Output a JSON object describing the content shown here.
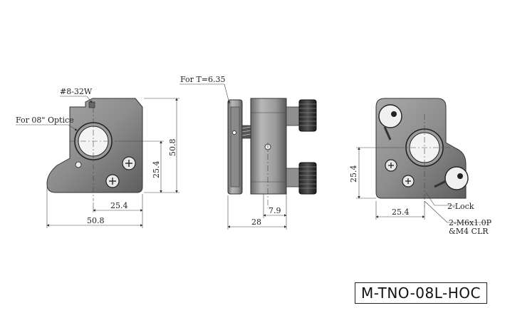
{
  "labels": {
    "thread": "#8-32W",
    "optic": "For 08\" Optice",
    "thickness": "For T=6.35",
    "lock": "2-Lock",
    "mount_line1": "2-M6x1.0P",
    "mount_line2": "&M4 CLR"
  },
  "dimensions": {
    "front_half_width": "25.4",
    "front_width": "50.8",
    "front_height": "50.8",
    "front_center_height": "25.4",
    "side_offset": "7.9",
    "side_depth": "28",
    "rear_center_height": "25.4",
    "rear_half_width": "25.4"
  },
  "part_number": "M-TNO-08L-HOC"
}
